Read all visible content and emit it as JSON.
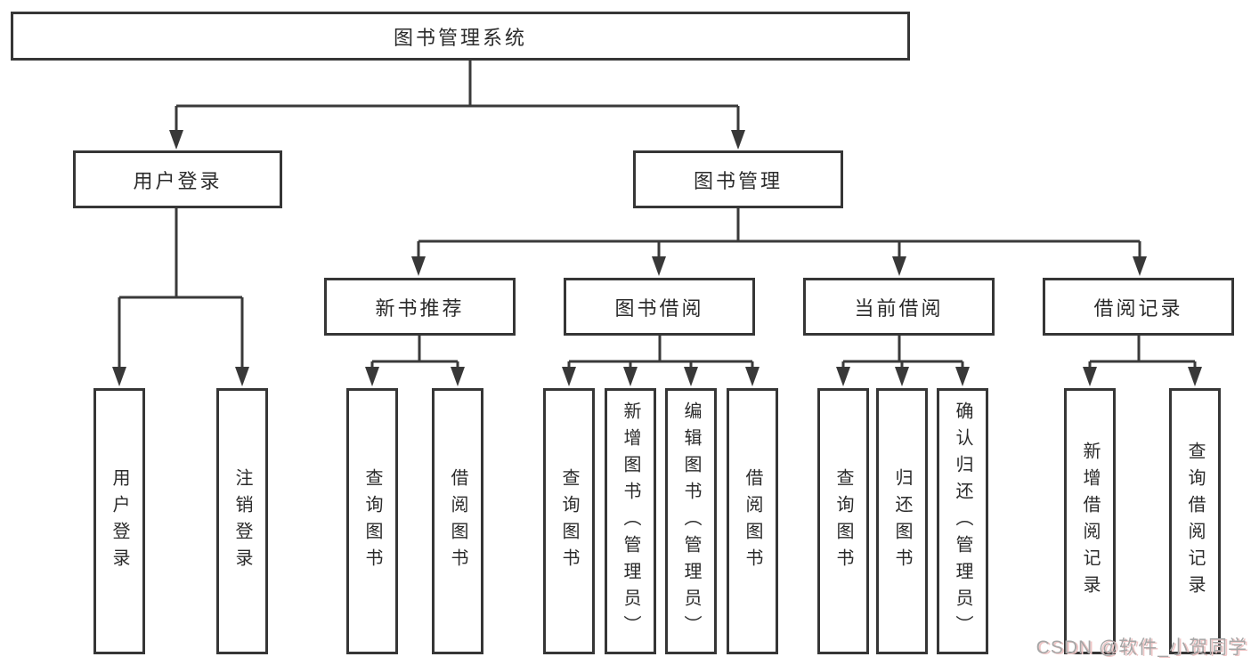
{
  "root": {
    "label": "图书管理系统"
  },
  "branches": [
    {
      "label": "用户登录",
      "children": [
        {
          "label": "用户登录"
        },
        {
          "label": "注销登录"
        }
      ]
    },
    {
      "label": "图书管理",
      "children": [
        {
          "label": "新书推荐",
          "children": [
            {
              "label": "查询图书"
            },
            {
              "label": "借阅图书"
            }
          ]
        },
        {
          "label": "图书借阅",
          "children": [
            {
              "label": "查询图书"
            },
            {
              "label": "新增图书（管理员）"
            },
            {
              "label": "编辑图书（管理员）"
            },
            {
              "label": "借阅图书"
            }
          ]
        },
        {
          "label": "当前借阅",
          "children": [
            {
              "label": "查询图书"
            },
            {
              "label": "归还图书"
            },
            {
              "label": "确认归还（管理员）"
            }
          ]
        },
        {
          "label": "借阅记录",
          "children": [
            {
              "label": "新增借阅记录"
            },
            {
              "label": "查询借阅记录"
            }
          ]
        }
      ]
    }
  ],
  "watermark": {
    "text": "CSDN @软件_小贺同学"
  },
  "colors": {
    "background": "#ffffff",
    "box_border": "#363636",
    "connector_line": "#3a3a3a",
    "text": "#2b2b2b",
    "watermark_gray": "#a6a6a6",
    "watermark_pink": "#efc6c6"
  }
}
